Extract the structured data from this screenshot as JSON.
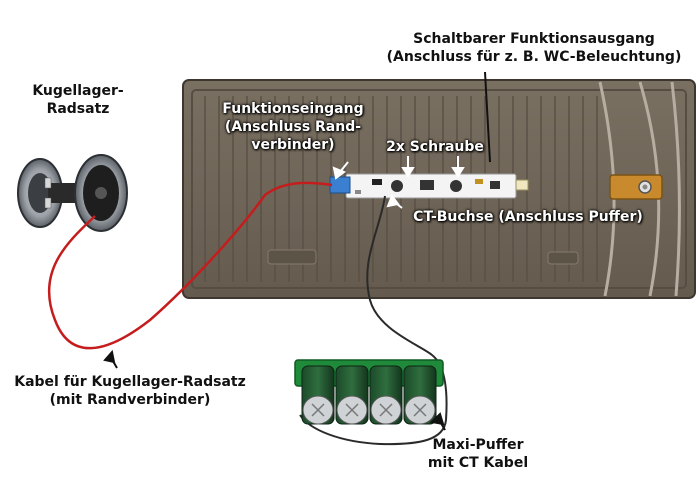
{
  "labels": {
    "ausgang": {
      "line1": "Schaltbarer Funktionsausgang",
      "line2": "(Anschluss für z. B. WC-Beleuchtung)"
    },
    "radsatz": {
      "line1": "Kugellager-",
      "line2": "Radsatz"
    },
    "eingang": {
      "line1": "Funktionseingang",
      "line2": "(Anschluss Rand-",
      "line3": "verbinder)"
    },
    "schraube": "2x Schraube",
    "ctbuchse": "CT-Buchse (Anschluss Puffer)",
    "kabel": {
      "line1": "Kabel für Kugellager-Radsatz",
      "line2": "(mit Randverbinder)"
    },
    "puffer": {
      "line1": "Maxi-Puffer",
      "line2": "mit CT Kabel"
    }
  },
  "colors": {
    "tray": "#6f6558",
    "tray_dark": "#4a433a",
    "pcb": "#f4f4f4",
    "connector": "#3a7fd0",
    "wire_red": "#c51d1d",
    "wire_black": "#2a2a2a",
    "capacitor_pcb": "#1f8a3a",
    "brass_plate": "#c98a2e",
    "wheel_metal": "#8a8f95"
  }
}
